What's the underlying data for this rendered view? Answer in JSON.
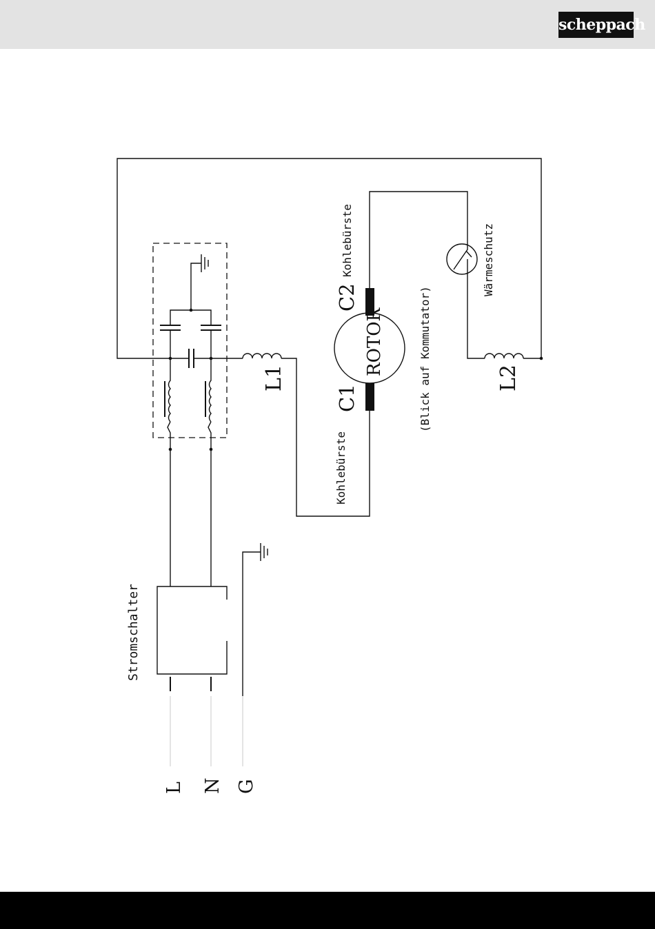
{
  "brand": {
    "logo_text": "scheppach"
  },
  "diagram": {
    "terminals": {
      "l": "L",
      "n": "N",
      "g": "G"
    },
    "switch_label": "Stromschalter",
    "coil_l1": "L1",
    "coil_l2": "L2",
    "brush_c1": "C1",
    "brush_c2": "C2",
    "brush_label_1": "Kohlebürste",
    "brush_label_2": "Kohlebürste",
    "rotor_label": "ROTOR",
    "view_note": "(Blick auf Kommutator)",
    "thermal_label": "Wärmeschutz"
  }
}
